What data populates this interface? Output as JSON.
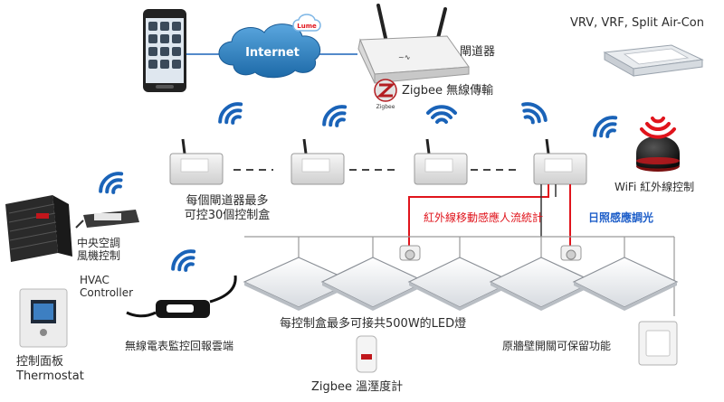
{
  "labels": {
    "internet": "Internet",
    "lume": "Lume",
    "gateway": "閘道器",
    "zigbee_wireless": "Zigbee 無線傳輸",
    "zigbee_logo_text": "Zigbee",
    "aircon": "VRV, VRF, Split Air-Con",
    "wifi_ir": "WiFi 紅外線控制",
    "max_boxes_line1": "每個閘道器最多",
    "max_boxes_line2": "可控30個控制盒",
    "ir_motion": "紅外線移動感應人流統計",
    "daylight": "日照感應調光",
    "hvac_zh_line1": "中央空調",
    "hvac_zh_line2": "風機控制",
    "hvac_en_line1": "HVAC",
    "hvac_en_line2": "Controller",
    "led_capacity": "每控制盒最多可接共500W的LED燈",
    "power_meter": "無線電表監控回報雲端",
    "wall_switch": "原牆壁開關可保留功能",
    "panel_zh": "控制面板",
    "panel_en": "Thermostat",
    "temp_humidity": "Zigbee 溫溼度計"
  },
  "colors": {
    "wave_blue": "#1a63b8",
    "wave_red": "#e0141c",
    "red_line": "#e0141c",
    "cloud": "#2f86c9"
  }
}
